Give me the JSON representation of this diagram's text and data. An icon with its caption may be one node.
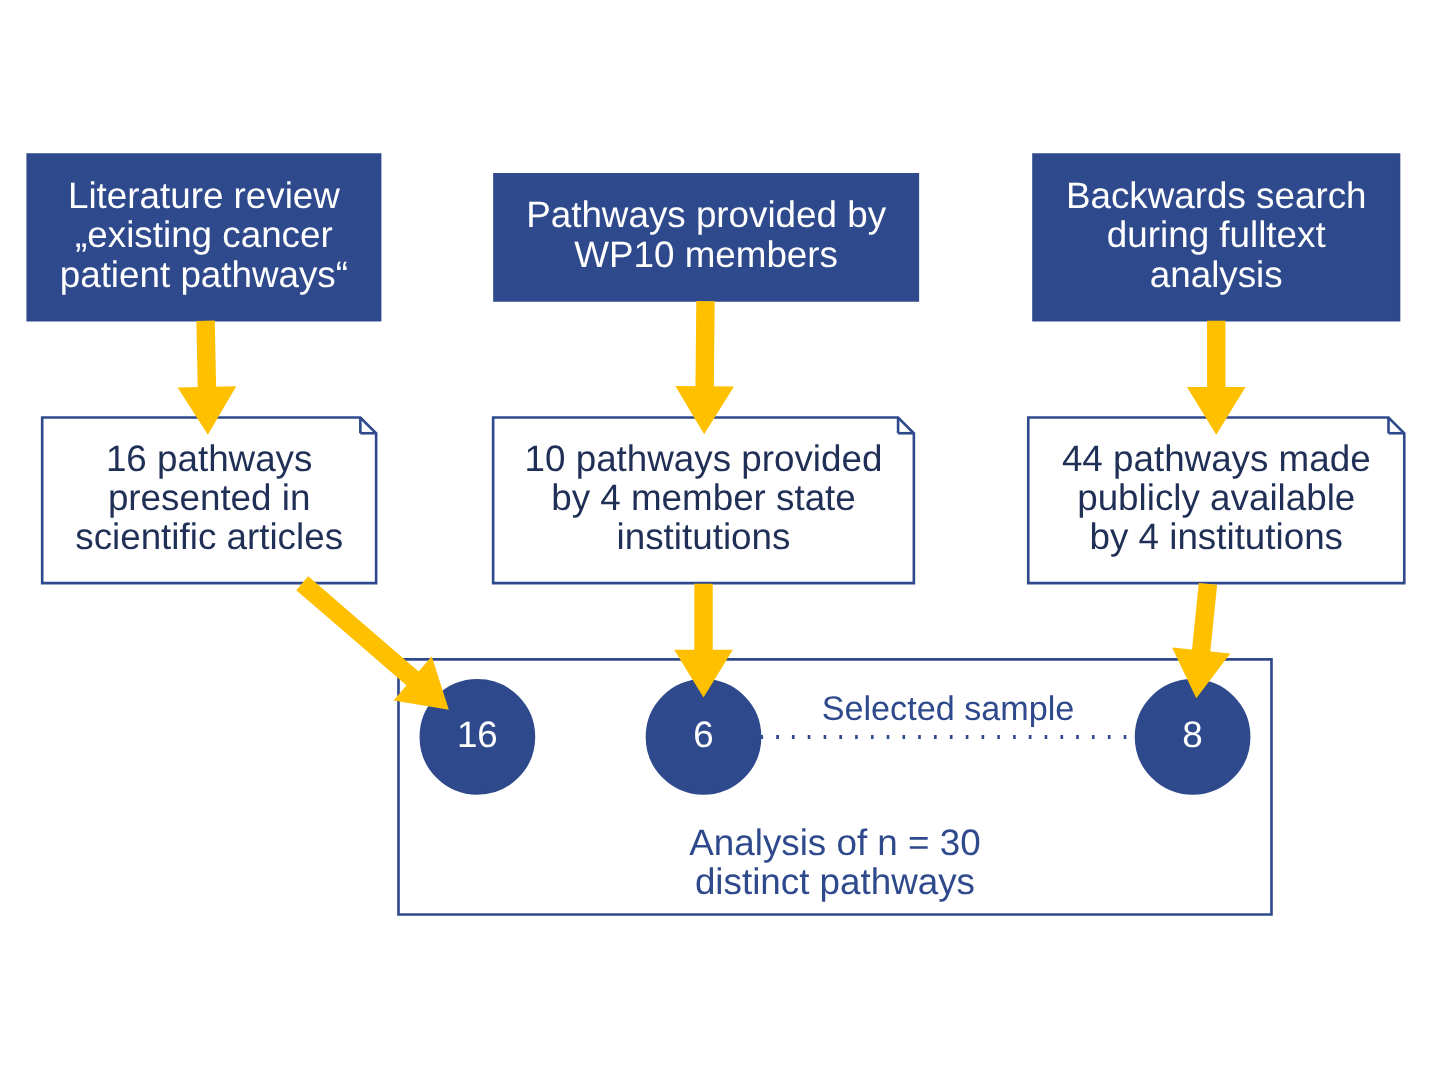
{
  "diagram": {
    "nodes": [
      {
        "text": [
          "Literature review „existing cancer patient pathways“"
        ]
      },
      {
        "text": [
          "Pathways provided by WP10 members"
        ]
      },
      {
        "text": [
          "Backwards search during fulltext analysis"
        ]
      },
      {
        "text": [
          "16 pathways presented in scientific articles"
        ]
      },
      {
        "text": [
          "10 pathways provided by 4 member state institutions"
        ]
      },
      {
        "text": [
          "44 pathways made publicly available by 4 institutions"
        ]
      },
      {
        "text": [
          "Analysis of n = 30 distinct pathways"
        ]
      },
      {
        "text": [
          "16"
        ],
        "in": 6
      },
      {
        "text": [
          "6"
        ],
        "in": 6
      },
      {
        "text": [
          "8"
        ],
        "in": 6
      }
    ],
    "edges": [
      {
        "from": 0,
        "to": 3,
        "arrow": "to"
      },
      {
        "from": 1,
        "to": 4,
        "arrow": "to"
      },
      {
        "from": 2,
        "to": 5,
        "arrow": "to"
      },
      {
        "from": 3,
        "to": 7,
        "arrow": "to"
      },
      {
        "from": 4,
        "to": 8,
        "arrow": "to"
      },
      {
        "from": 5,
        "to": 9,
        "arrow": "to"
      },
      {
        "from": 8,
        "to": 9,
        "arrow": "none",
        "style": "dashed",
        "color": "#2f4a8c",
        "label": "Selected sample"
      }
    ]
  }
}
